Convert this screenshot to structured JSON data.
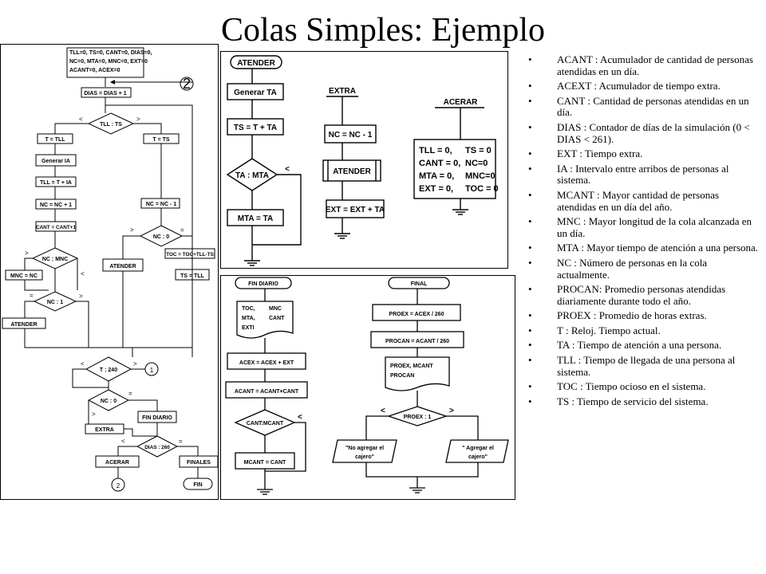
{
  "title": "Colas Simples: Ejemplo",
  "main_flow": {
    "init_1": "TLL=0, TS=0, CANT=0, DIAS=0,",
    "init_2": "NC=0, MTA=0, MNC=0, EXT=0",
    "init_3": "ACANT=0, ACEX=0",
    "connector_2": "2",
    "dias_inc": "DIAS = DIAS + 1",
    "tll_ts": "TLL : TS",
    "t_tll": "T = TLL",
    "t_ts": "T = TS",
    "gen_ia": "Generar   IA",
    "tll_tia": "TLL = T + IA",
    "nc_inc": "NC = NC + 1",
    "nc_dec": "NC = NC - 1",
    "cant_inc": "CANT = CANT+1",
    "nc_0": "NC : 0",
    "nc_mnc": "NC : MNC",
    "atender": "ATENDER",
    "toc": "TOC = TOC+TLL-TS",
    "ts_tll": "TS = TLL",
    "mnc_nc": "MNC = NC",
    "nc_1": "NC : 1",
    "atender_2": "ATENDER",
    "t_240": "T : 240",
    "connector_1": "1",
    "nc_0b": "NC : 0",
    "fin_diario": "FIN DIARIO",
    "extra": "EXTRA",
    "dias_260": "DIAS : 260",
    "acerar": "ACERAR",
    "finales": "FINALES",
    "connector_2b": "2",
    "fin": "FIN",
    "lt": "<",
    "gt": ">",
    "eq": "="
  },
  "atender_sub": {
    "title": "ATENDER",
    "gen_ta": "Generar  TA",
    "ts_calc": "TS = T + TA",
    "ta_mta": "TA : MTA",
    "mta_ta": "MTA = TA",
    "lt": "<"
  },
  "extra_sub": {
    "title": "EXTRA",
    "nc_dec": "NC = NC - 1",
    "atender": "ATENDER",
    "ext_calc": "EXT = EXT + TA"
  },
  "acerar_sub": {
    "title": "ACERAR",
    "r1a": "TLL = 0,",
    "r1b": "TS = 0",
    "r2a": "CANT = 0,",
    "r2b": "NC=0",
    "r3a": "MTA = 0,",
    "r3b": "MNC=0",
    "r4a": "EXT = 0,",
    "r4b": "TOC = 0"
  },
  "fin_diario_sub": {
    "title": "FIN DIARIO",
    "o1a": "TOC,",
    "o1b": "MNC",
    "o2a": "MTA,",
    "o2b": "CANT",
    "o3": "EXTI",
    "acex": "ACEX = ACEX + EXT",
    "acant": "ACANT = ACANT+CANT",
    "cmp": "CANT:MCANT",
    "mcant": "MCANT = CANT",
    "lt": "<"
  },
  "final_sub": {
    "title": "FINAL",
    "proex": "PROEX = ACEX / 260",
    "procan": "PROCAN = ACANT / 260",
    "o1": "PROEX,  MCANT",
    "o2": "PROCAN",
    "cmp": "PROEX : 1",
    "lt": "<",
    "gt": ">",
    "no_l1": "\"No agregar el",
    "no_l2": "cajero\"",
    "yes_l1": "\" Agregar   el",
    "yes_l2": "cajero\""
  },
  "glossary": [
    "ACANT : Acumulador de cantidad de personas atendidas en un día.",
    "ACEXT : Acumulador de tiempo extra.",
    "CANT  : Cantidad de personas atendidas en un día.",
    "DIAS  : Contador de días de la simulación  (0 < DIAS < 261).",
    "EXT    : Tiempo extra.",
    "IA     : Intervalo entre arribos de personas al sistema.",
    "MCANT : Mayor cantidad de personas atendidas en un día del año.",
    "MNC    : Mayor longitud de la cola alcanzada en un día.",
    "MTA    : Mayor tiempo de atención a una persona.",
    "NC      : Número de personas en la cola actualmente.",
    "PROCAN: Promedio  personas atendidas diariamente durante  todo el año.",
    "PROEX : Promedio de horas extras.",
    "T       : Reloj. Tiempo actual.",
    "TA      : Tiempo  de atención a una persona.",
    "TLL    : Tiempo  de llegada de una persona al sistema.",
    "TOC    : Tiempo ocioso en el sistema.",
    "TS      : Tiempo  de servicio del sistema."
  ]
}
